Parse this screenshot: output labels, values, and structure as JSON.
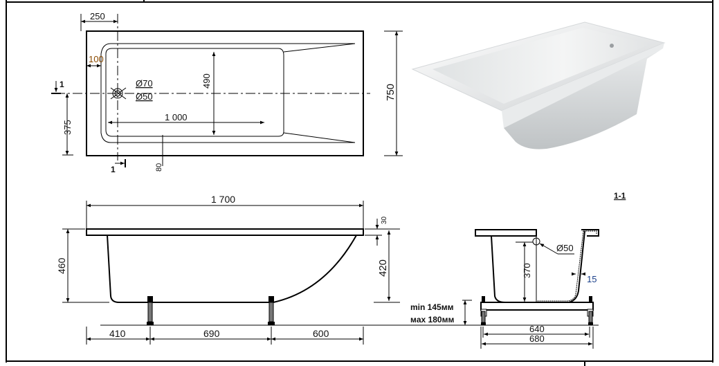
{
  "plan_view": {
    "dim_offset_top": "250",
    "dim_offset_side": "100",
    "drain_outer": "Ø70",
    "drain_inner": "Ø50",
    "dim_basin_width": "490",
    "dim_basin_length": "1 000",
    "dim_center": "375",
    "dim_bottom_rim": "80",
    "dim_total_width": "750",
    "section_mark_top": "1",
    "section_mark_bottom": "1"
  },
  "side_view": {
    "dim_total_length": "1 700",
    "dim_total_height": "460",
    "dim_rim": "30",
    "dim_depth": "420",
    "dim_leg_left": "410",
    "dim_leg_span": "690",
    "dim_leg_right": "600"
  },
  "section_view": {
    "title": "1-1",
    "drain": "Ø50",
    "dim_inner_depth": "370",
    "dim_wall": "15",
    "leg_min": "min 145мм",
    "leg_max": "мax 180мм",
    "dim_leg_span": "640",
    "dim_frame_width": "680"
  }
}
